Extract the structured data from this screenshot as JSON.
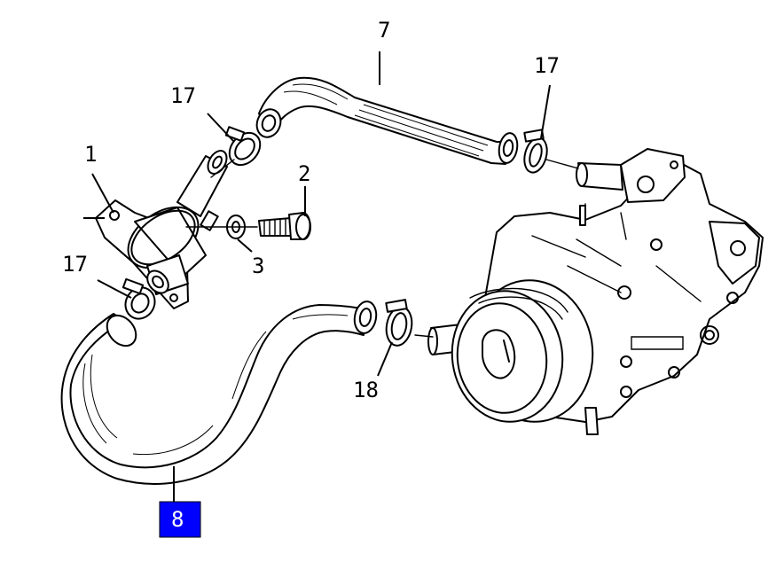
{
  "callouts": {
    "part_1": "1",
    "part_2": "2",
    "part_3": "3",
    "part_7": "7",
    "part_8": "8",
    "clip_17_top_left": "17",
    "clip_17_top_right": "17",
    "clip_17_lower_left": "17",
    "clip_18": "18"
  },
  "highlight": {
    "selected_part": "8",
    "color": "#0000ff",
    "text_color": "#ffffff"
  },
  "line_color": "#000000",
  "background_color": "#ffffff"
}
